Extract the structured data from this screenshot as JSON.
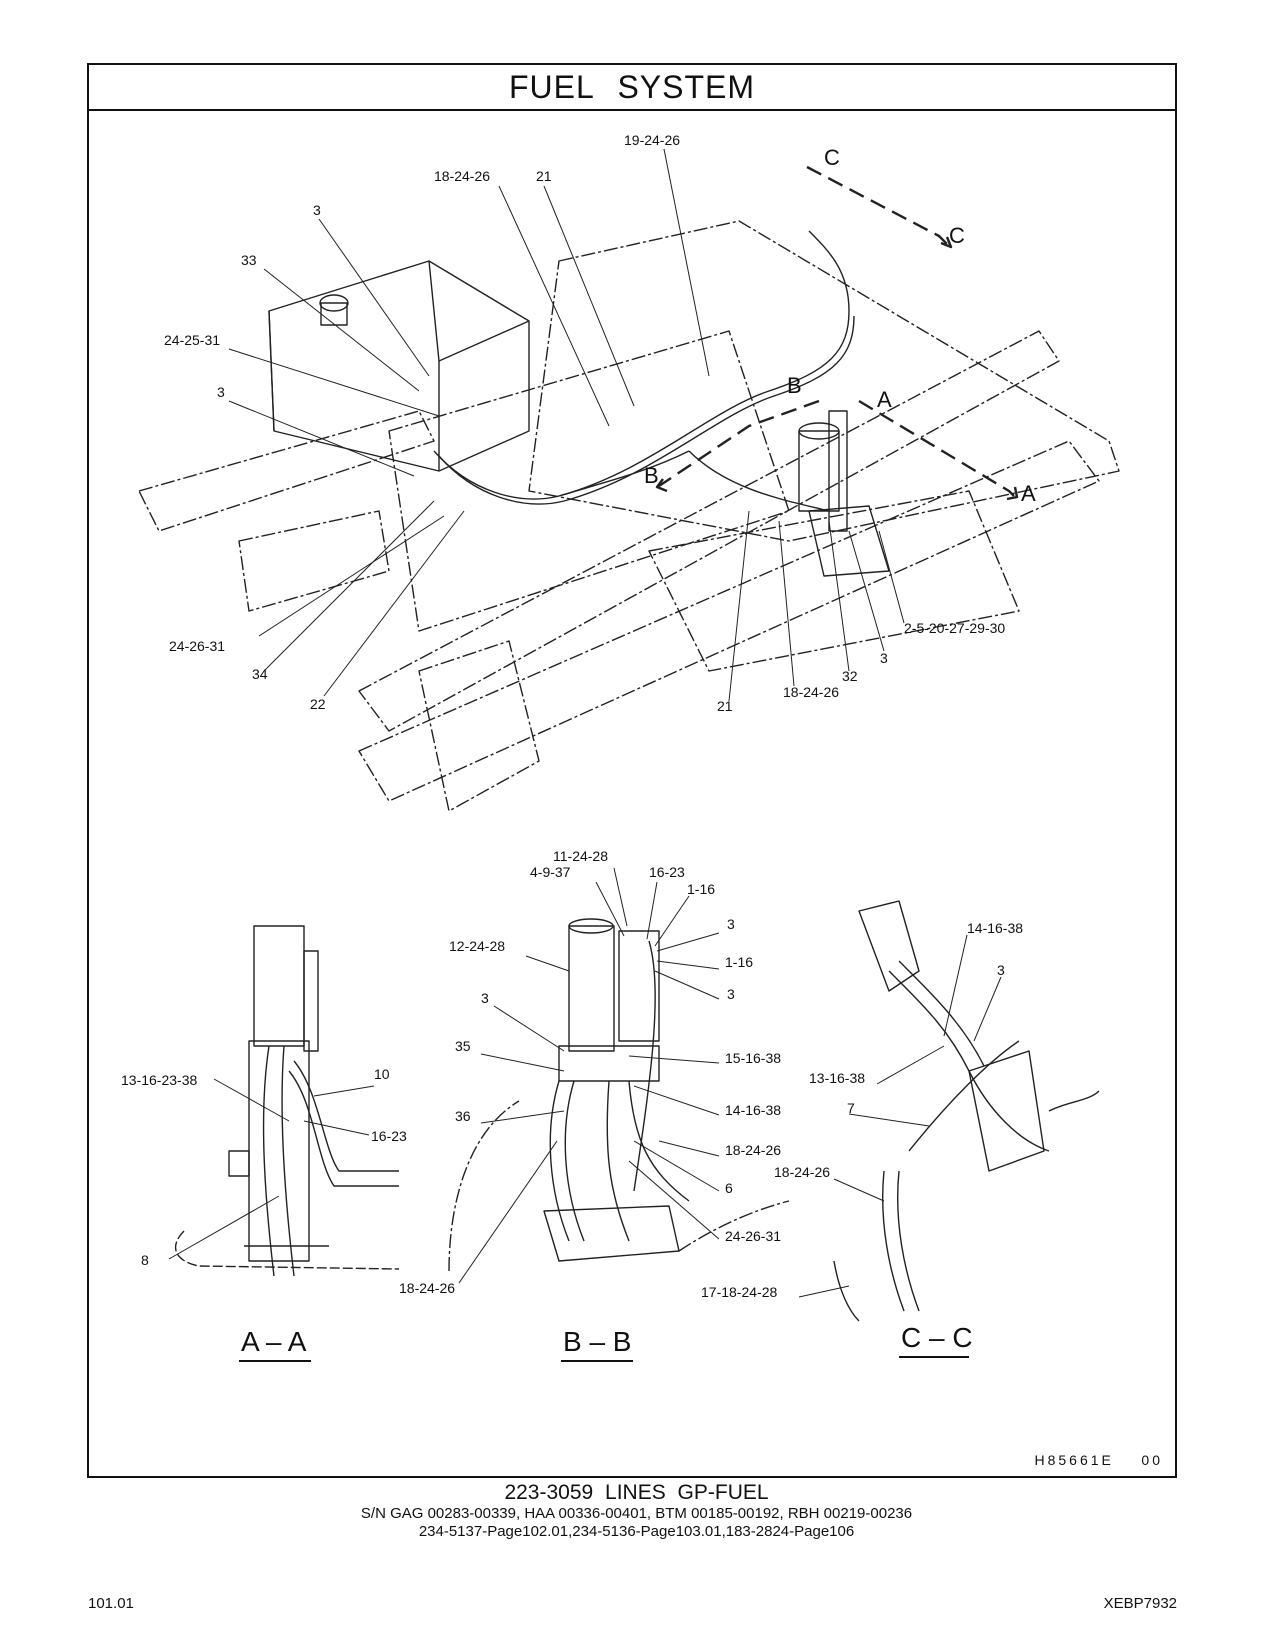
{
  "header": {
    "title": "FUEL SYSTEM"
  },
  "main_view": {
    "callouts": [
      "19-24-26",
      "18-24-26",
      "21",
      "3",
      "33",
      "24-25-31",
      "3",
      "24-26-31",
      "34",
      "22",
      "21",
      "18-24-26",
      "32",
      "3",
      "2-5-20-27-29-30"
    ],
    "section_markers": [
      "C",
      "C",
      "B",
      "B",
      "A",
      "A"
    ]
  },
  "view_aa": {
    "label": "A – A",
    "callouts": [
      "13-16-23-38",
      "10",
      "16-23",
      "8"
    ]
  },
  "view_bb": {
    "label": "B – B",
    "callouts": [
      "11-24-28",
      "4-9-37",
      "16-23",
      "1-16",
      "3",
      "12-24-28",
      "1-16",
      "3",
      "3",
      "35",
      "15-16-38",
      "36",
      "14-16-38",
      "18-24-26",
      "6",
      "24-26-31",
      "18-24-26"
    ]
  },
  "view_cc": {
    "label": "C – C",
    "callouts": [
      "14-16-38",
      "3",
      "13-16-38",
      "7",
      "18-24-26",
      "17-18-24-28"
    ]
  },
  "illustration_ref": "H85661E    00",
  "footer": {
    "caption_title": "223-3059 LINES GP-FUEL",
    "serial_numbers": "S/N GAG 00283-00339, HAA 00336-00401, BTM 00185-00192, RBH 00219-00236",
    "page_refs": "234-5137-Page102.01,234-5136-Page103.01,183-2824-Page106",
    "page_number": "101.01",
    "doc_id": "XEBP7932"
  }
}
